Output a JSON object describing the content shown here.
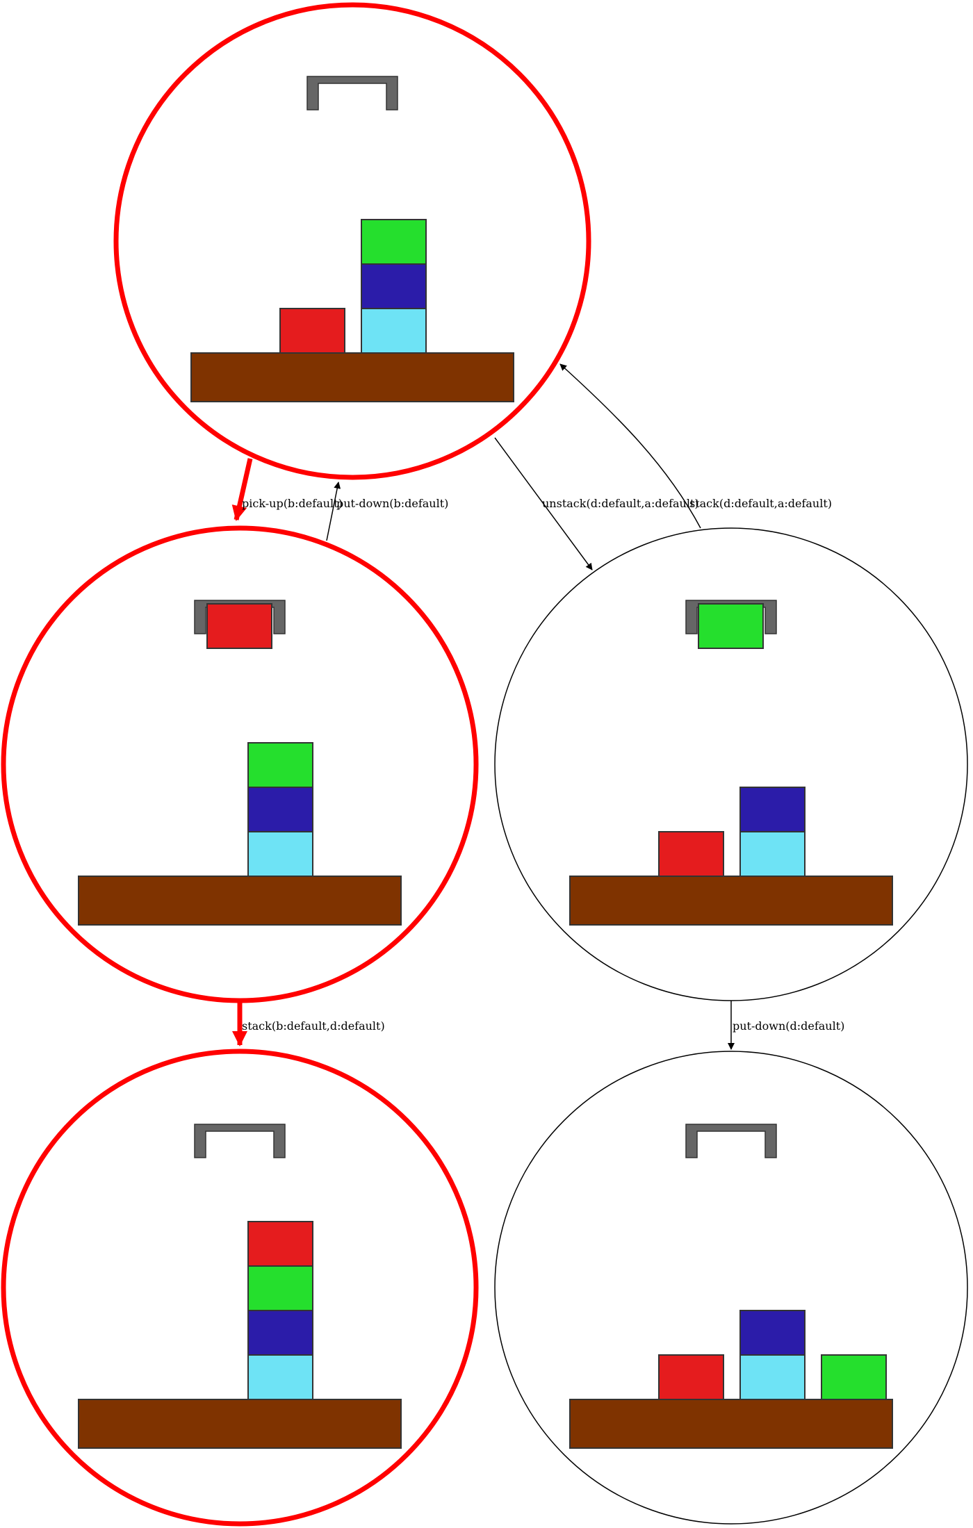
{
  "colors": {
    "highlight": "#ff0000",
    "table": "#7f3300",
    "gripper": "#666666",
    "block_a": "#6ee3f5",
    "block_b": "#e51c1e",
    "block_c": "#2b1ca9",
    "block_d": "#25df2d"
  },
  "states": [
    {
      "id": "s0",
      "highlighted": true,
      "holding": null,
      "stacks": [
        [
          "b"
        ],
        [
          "a",
          "c",
          "d"
        ]
      ]
    },
    {
      "id": "s1",
      "highlighted": true,
      "holding": "b",
      "stacks": [
        [
          "a",
          "c",
          "d"
        ]
      ]
    },
    {
      "id": "s2",
      "highlighted": false,
      "holding": "d",
      "stacks": [
        [
          "b"
        ],
        [
          "a",
          "c"
        ]
      ]
    },
    {
      "id": "s3",
      "highlighted": true,
      "holding": null,
      "stacks": [
        [
          "a",
          "c",
          "d",
          "b"
        ]
      ]
    },
    {
      "id": "s4",
      "highlighted": false,
      "holding": null,
      "stacks": [
        [
          "b"
        ],
        [
          "a",
          "c"
        ],
        [
          "d"
        ]
      ]
    }
  ],
  "transitions": [
    {
      "from": "s0",
      "to": "s1",
      "label": "pick-up(b:default)",
      "highlighted": true
    },
    {
      "from": "s1",
      "to": "s0",
      "label": "put-down(b:default)",
      "highlighted": false
    },
    {
      "from": "s0",
      "to": "s2",
      "label": "unstack(d:default,a:default)",
      "highlighted": false
    },
    {
      "from": "s2",
      "to": "s0",
      "label": "stack(d:default,a:default)",
      "highlighted": false
    },
    {
      "from": "s1",
      "to": "s3",
      "label": "stack(b:default,d:default)",
      "highlighted": true
    },
    {
      "from": "s2",
      "to": "s4",
      "label": "put-down(d:default)",
      "highlighted": false
    }
  ]
}
